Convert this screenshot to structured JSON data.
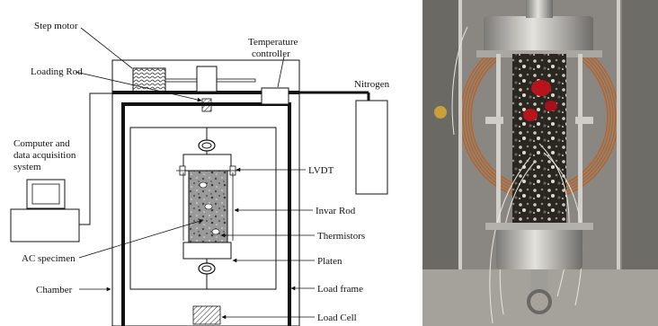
{
  "schematic": {
    "labels": {
      "step_motor": "Step motor",
      "temperature_controller_line1": "Temperature",
      "temperature_controller_line2": "controller",
      "loading_rod": "Loading Rod",
      "nitrogen": "Nitrogen",
      "computer_line1": "Computer and",
      "computer_line2": "data acquisition",
      "computer_line3": "system",
      "lvdt": "LVDT",
      "invar_rod": "Invar Rod",
      "thermistors": "Thermistors",
      "ac_specimen": "AC specimen",
      "platen": "Platen",
      "chamber": "Chamber",
      "load_frame": "Load frame",
      "load_cell": "Load Cell"
    }
  },
  "photo": {
    "colors": {
      "background": "#8a8782",
      "coil": "#b5652c",
      "sample_tag": "#b8141c",
      "metal": "#c9c7c2"
    }
  }
}
